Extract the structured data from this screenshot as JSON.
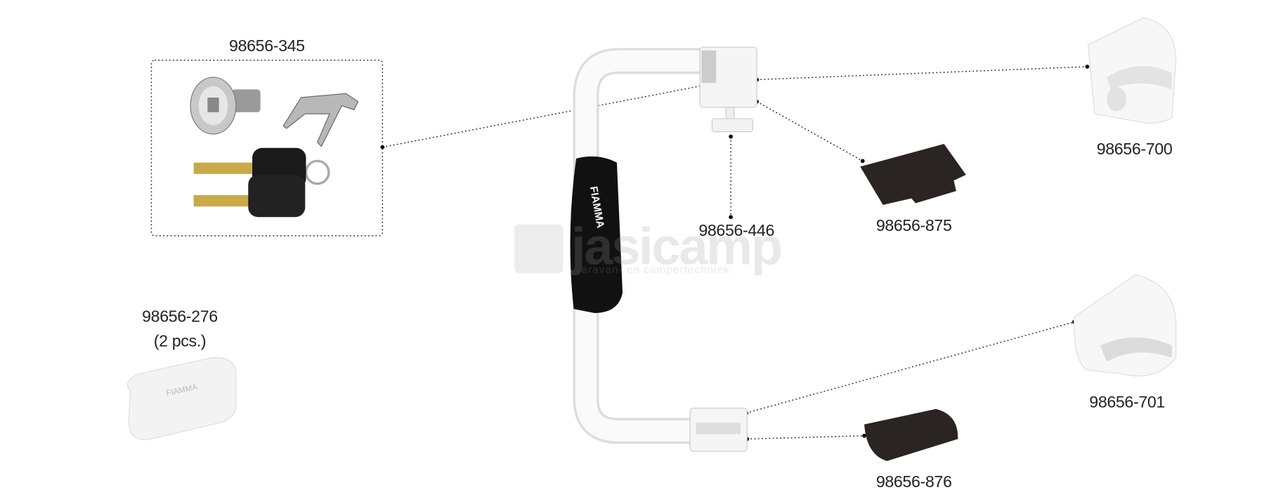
{
  "parts": {
    "lock_kit": "98656-345",
    "cap": "98656-276",
    "cap_qty": "(2 pcs.)",
    "knob": "98656-446",
    "plate_top": "98656-875",
    "holder_top": "98656-700",
    "holder_bottom": "98656-701",
    "plate_bottom": "98656-876"
  },
  "brand_on_foam": "FIAMMA",
  "watermark": {
    "name": "jasicamp",
    "tagline": "caravan- en campertechniek"
  }
}
